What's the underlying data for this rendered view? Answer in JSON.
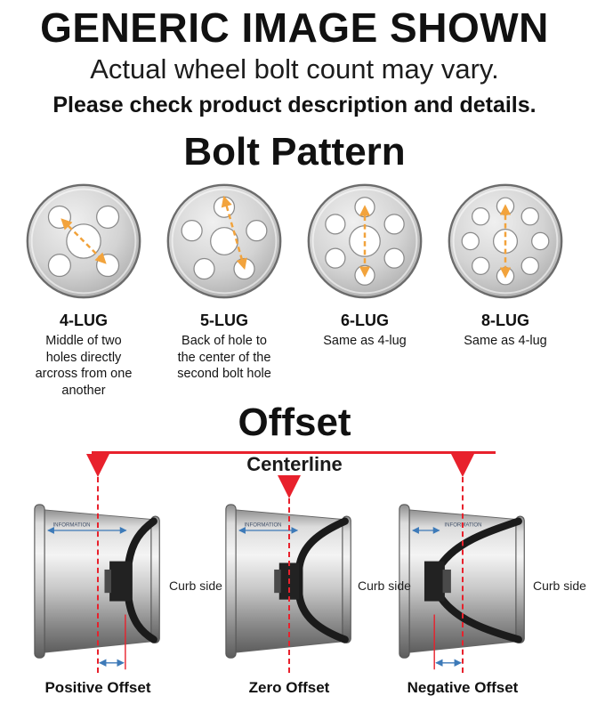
{
  "header": {
    "title": "GENERIC IMAGE SHOWN",
    "subtitle": "Actual wheel bolt count may vary.",
    "note": "Please check product description and details."
  },
  "bolt_pattern": {
    "title": "Bolt Pattern",
    "lugs": [
      {
        "label": "4-LUG",
        "description": "Middle of two holes directly arcross from one another"
      },
      {
        "label": "5-LUG",
        "description": "Back of hole to the center of the second bolt hole"
      },
      {
        "label": "6-LUG",
        "description": "Same as 4-lug"
      },
      {
        "label": "8-LUG",
        "description": "Same as 4-lug"
      }
    ]
  },
  "offset": {
    "title": "Offset",
    "centerline_label": "Centerline",
    "wheels": [
      {
        "label": "Positive Offset",
        "curb_label": "Curb side",
        "watermark": "INFORMATION"
      },
      {
        "label": "Zero Offset",
        "curb_label": "Curb side",
        "watermark": "INFORMATION"
      },
      {
        "label": "Negative Offset",
        "curb_label": "Curb side",
        "watermark": "INFORMATION"
      }
    ]
  },
  "colors": {
    "centerline_red": "#e8212c",
    "measure_orange": "#f2a33c",
    "arrow_blue": "#3d7ab8"
  }
}
